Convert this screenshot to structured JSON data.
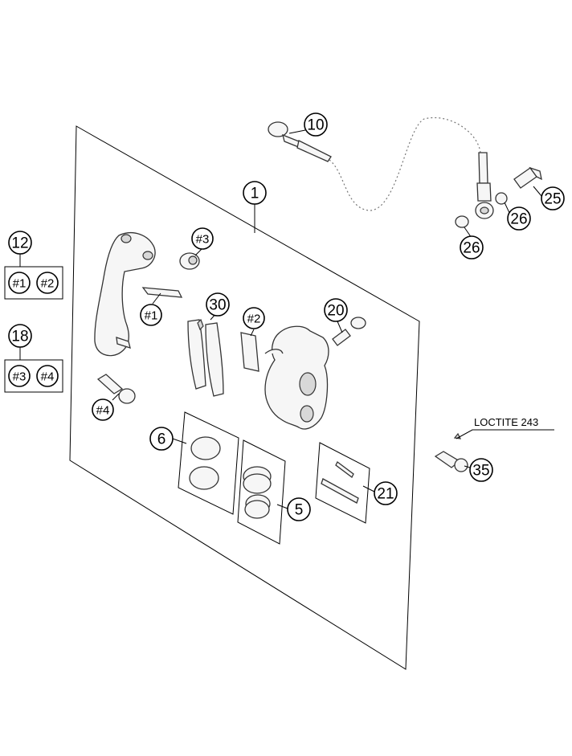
{
  "callouts": {
    "c1": "1",
    "c10": "10",
    "c25": "25",
    "c26a": "26",
    "c26b": "26",
    "c12": "12",
    "c12_sub1": "#1",
    "c12_sub2": "#2",
    "c18": "18",
    "c18_sub1": "#3",
    "c18_sub2": "#4",
    "h3": "#3",
    "h1": "#1",
    "c30": "30",
    "h2": "#2",
    "c20": "20",
    "h4": "#4",
    "c6": "6",
    "c5": "5",
    "c21": "21",
    "c35": "35"
  },
  "note": {
    "loctite": "LOCTITE 243"
  }
}
